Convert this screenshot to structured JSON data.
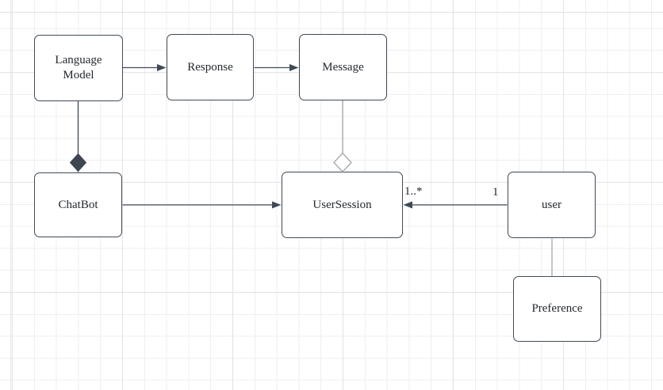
{
  "diagram": {
    "kind": "uml-class-diagram",
    "canvas": {
      "background": "#ffffff",
      "grid_minor_color": "#efeff1",
      "grid_major_color": "#e2e2e4"
    },
    "colors": {
      "node_fill": "#ffffff",
      "node_border": "#404a56",
      "edge_dark": "#404a56",
      "edge_light": "#a5a8ab",
      "text": "#24292e"
    }
  },
  "nodes": {
    "language_model": {
      "label": "Language Model"
    },
    "response": {
      "label": "Response"
    },
    "message": {
      "label": "Message"
    },
    "chatbot": {
      "label": "ChatBot"
    },
    "user_session": {
      "label": "UserSession"
    },
    "user": {
      "label": "user"
    },
    "preference": {
      "label": "Preference"
    }
  },
  "edges": [
    {
      "from": "Language Model",
      "to": "Response",
      "type": "directed-association"
    },
    {
      "from": "Response",
      "to": "Message",
      "type": "directed-association"
    },
    {
      "from": "Language Model",
      "to": "ChatBot",
      "type": "composition-filled-diamond"
    },
    {
      "from": "Message",
      "to": "UserSession",
      "type": "aggregation-hollow-diamond"
    },
    {
      "from": "ChatBot",
      "to": "UserSession",
      "type": "directed-association"
    },
    {
      "from": "user",
      "to": "UserSession",
      "type": "directed-association",
      "source_multiplicity": "1",
      "target_multiplicity": "1..*"
    },
    {
      "from": "user",
      "to": "Preference",
      "type": "association"
    }
  ]
}
